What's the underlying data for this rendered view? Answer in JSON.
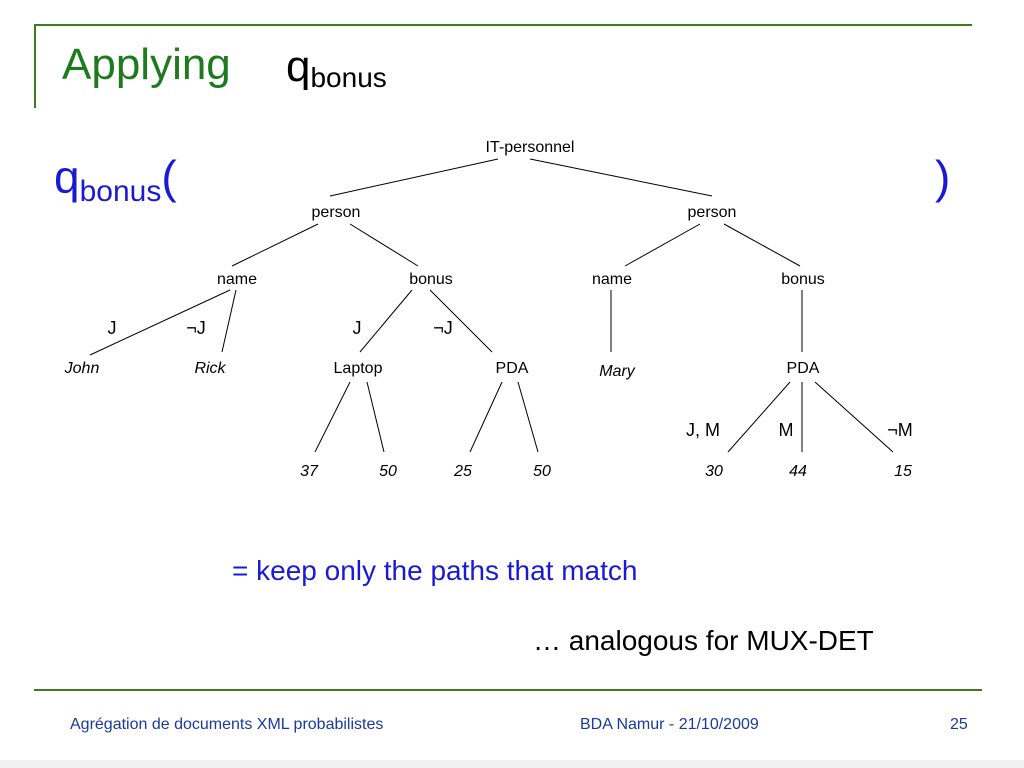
{
  "slide": {
    "title": "Applying",
    "title_q": "q",
    "title_q_sub": "bonus",
    "q_label": "q",
    "q_label_sub": "bonus",
    "open_paren": "(",
    "close_paren": ")",
    "keep_text": "= keep only the paths that match",
    "analogous_text": "… analogous for MUX-DET"
  },
  "tree": {
    "root": "IT-personnel",
    "person1": "person",
    "person2": "person",
    "p1_name": "name",
    "p1_bonus": "bonus",
    "p2_name": "name",
    "p2_bonus": "bonus",
    "cond_j1": "J",
    "cond_notj1": "¬J",
    "cond_j2": "J",
    "cond_notj2": "¬J",
    "john": "John",
    "rick": "Rick",
    "laptop": "Laptop",
    "pda1": "PDA",
    "mary": "Mary",
    "pda2": "PDA",
    "v37": "37",
    "v50a": "50",
    "v25": "25",
    "v50b": "50",
    "cond_jm": "J, M",
    "cond_m": "M",
    "cond_notm": "¬M",
    "v30": "30",
    "v44": "44",
    "v15": "15"
  },
  "footer": {
    "left": "Agrégation de documents XML probabilistes",
    "center": "BDA Namur - 21/10/2009",
    "page": "25"
  },
  "colors": {
    "title_green": "#1e7a1e",
    "frame_green": "#3e7b1f",
    "accent_blue": "#1a1ad6",
    "footer_blue": "#1a3aa0"
  }
}
